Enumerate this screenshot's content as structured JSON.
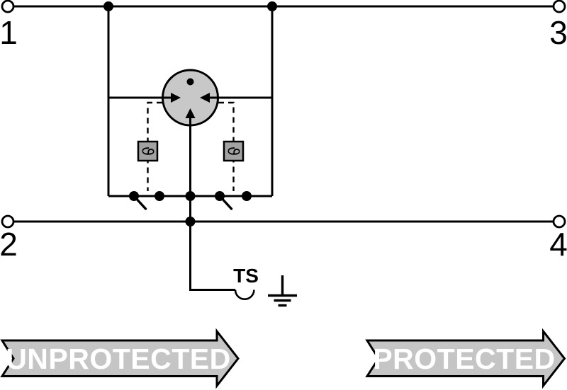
{
  "diagram": {
    "terminals": [
      {
        "label": "1"
      },
      {
        "label": "2"
      },
      {
        "label": "3"
      },
      {
        "label": "4"
      }
    ],
    "components": {
      "arrester": "gas-discharge-tube",
      "thermal_symbol": "ϑ",
      "ts_label": "TS"
    },
    "banners": {
      "unprotected": "UNPROTECTED",
      "protected": "PROTECTED"
    },
    "colors": {
      "line": "#000000",
      "arrester_fill": "#c8c8c8",
      "thermal_box_fill": "#a2a2a2",
      "banner_fill": "#c5c5c5",
      "banner_text": "#ffffff"
    }
  }
}
